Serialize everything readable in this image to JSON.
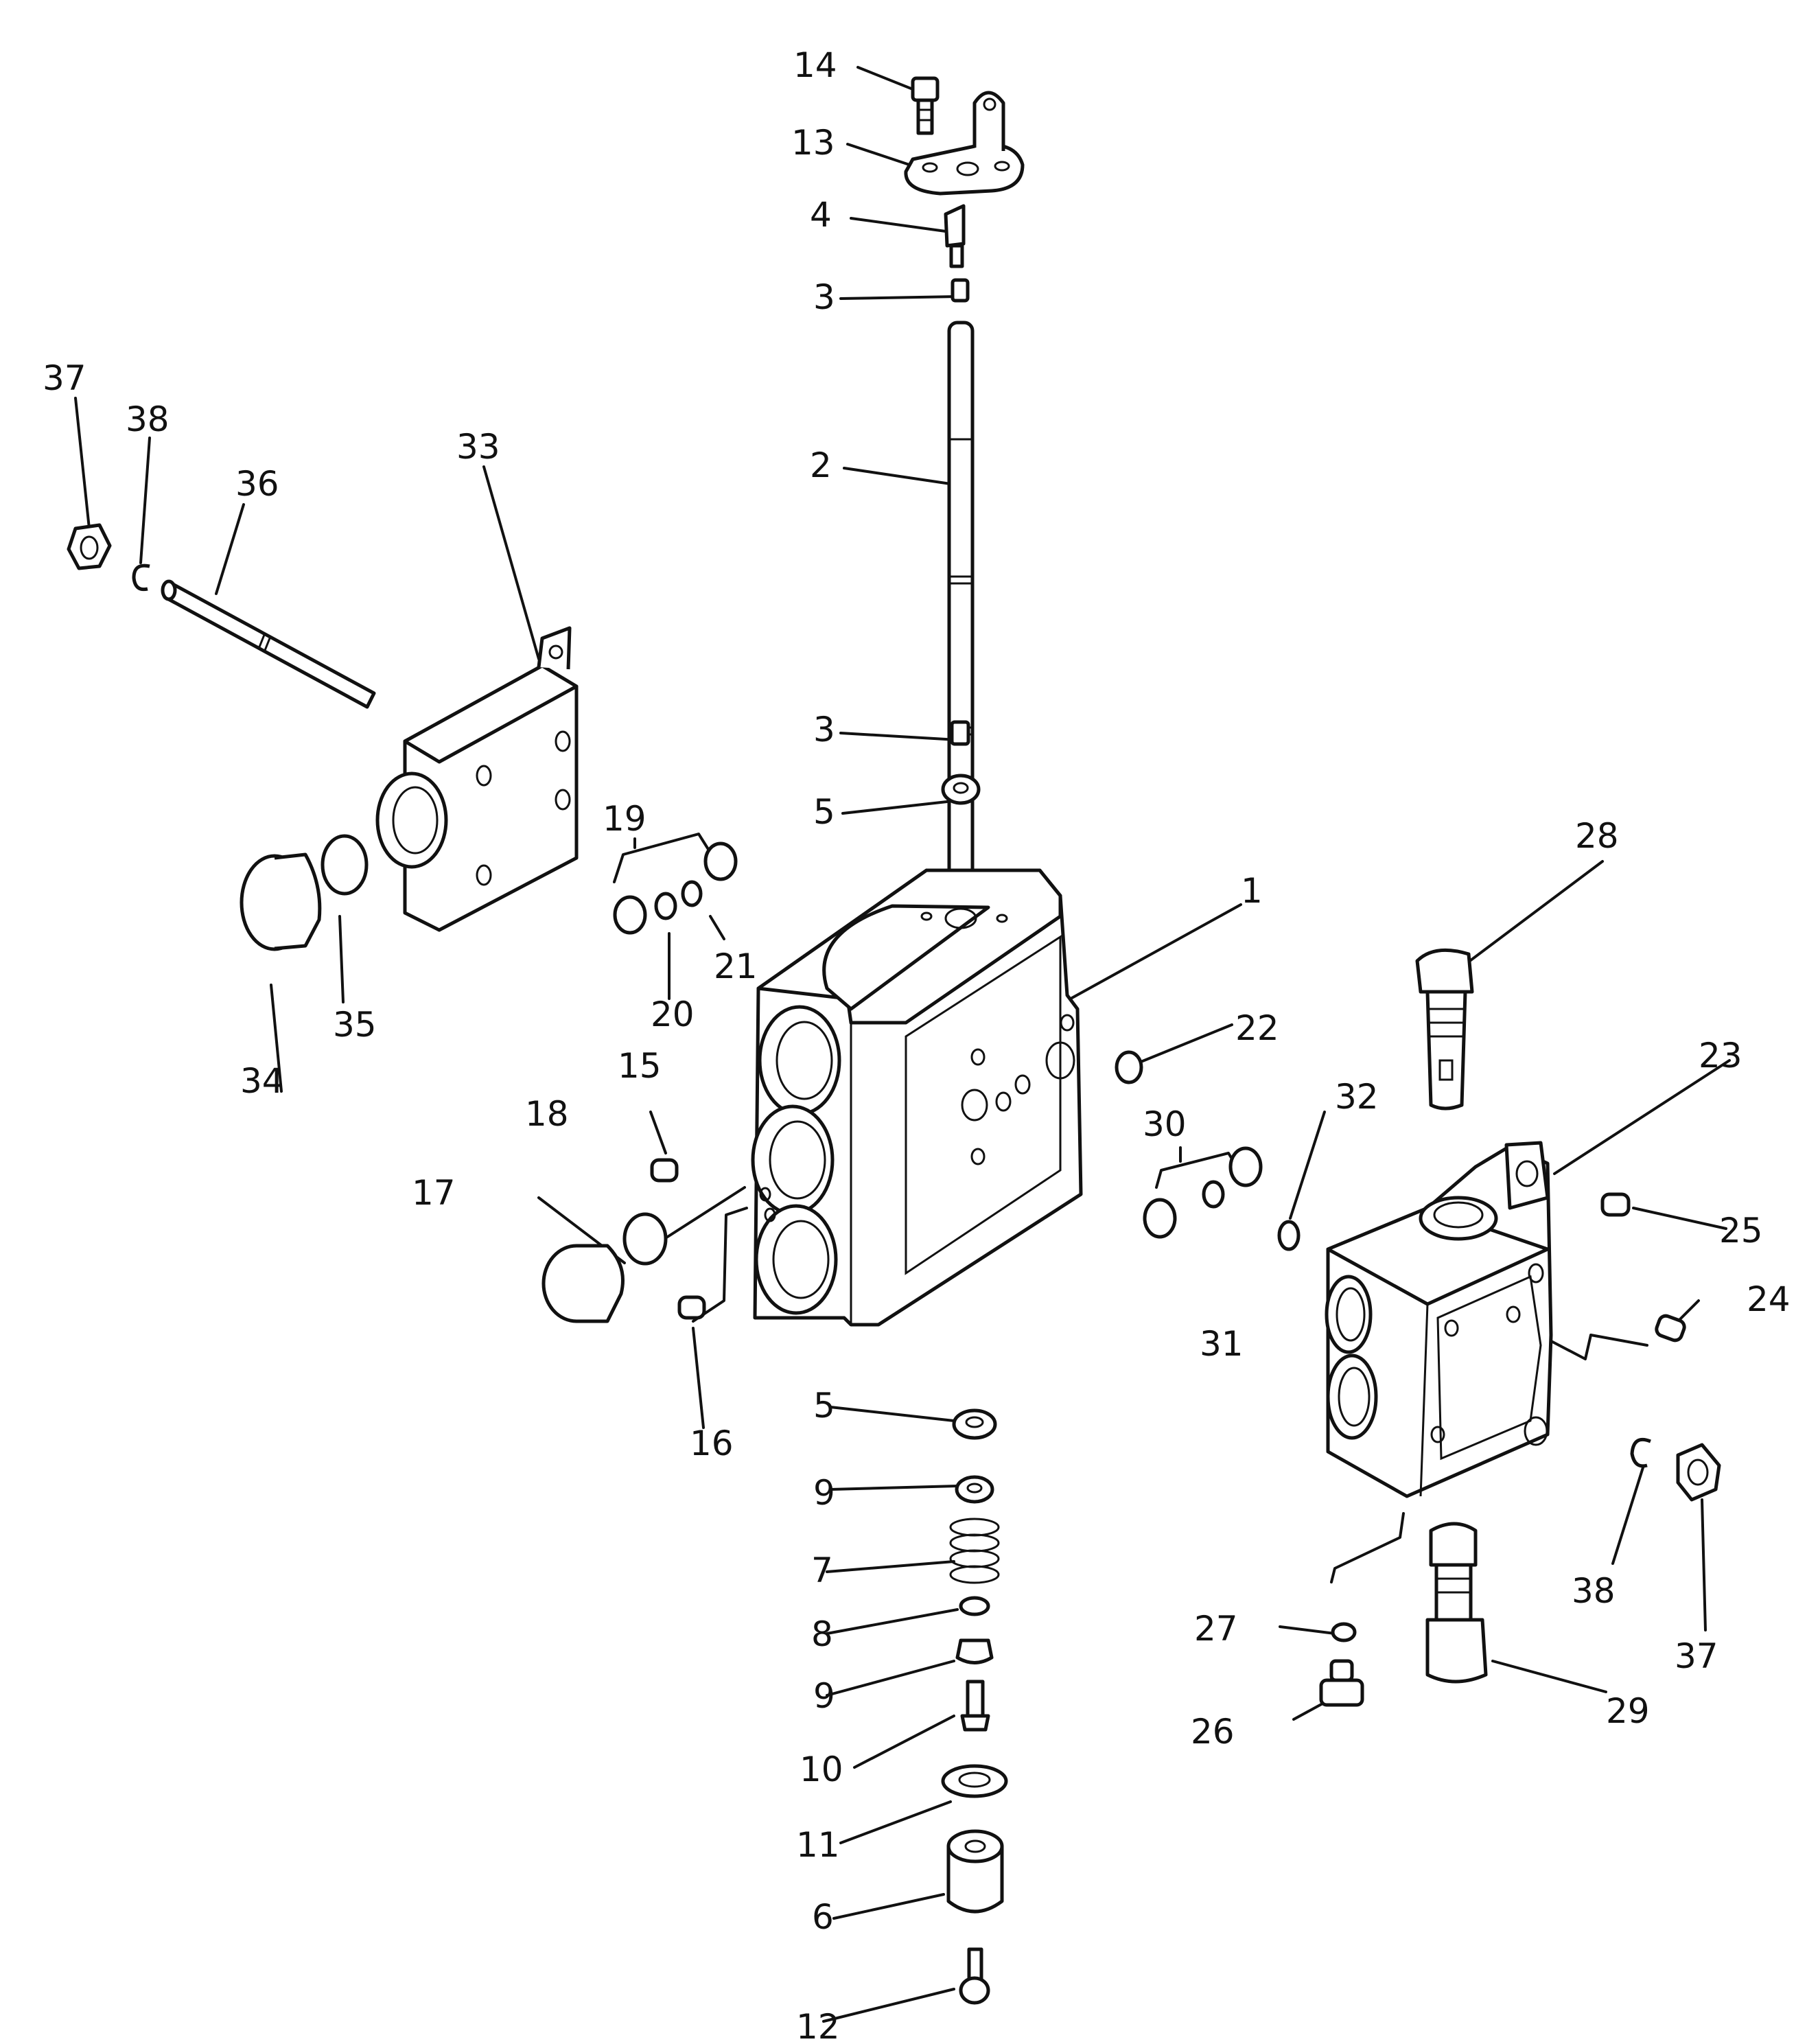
{
  "diagram": {
    "kind": "exploded parts view",
    "labels": {
      "p1": "1",
      "p2": "2",
      "p3a": "3",
      "p3b": "3",
      "p4": "4",
      "p5a": "5",
      "p5b": "5",
      "p6": "6",
      "p7": "7",
      "p8": "8",
      "p9a": "9",
      "p9b": "9",
      "p10": "10",
      "p11": "11",
      "p12": "12",
      "p13": "13",
      "p14": "14",
      "p15": "15",
      "p16": "16",
      "p17": "17",
      "p18": "18",
      "p19": "19",
      "p20": "20",
      "p21": "21",
      "p22": "22",
      "p23": "23",
      "p24": "24",
      "p25": "25",
      "p26": "26",
      "p27": "27",
      "p28": "28",
      "p29": "29",
      "p30": "30",
      "p31": "31",
      "p32": "32",
      "p33": "33",
      "p34": "34",
      "p35": "35",
      "p36": "36",
      "p37a": "37",
      "p37b": "37",
      "p38a": "38",
      "p38b": "38"
    }
  }
}
